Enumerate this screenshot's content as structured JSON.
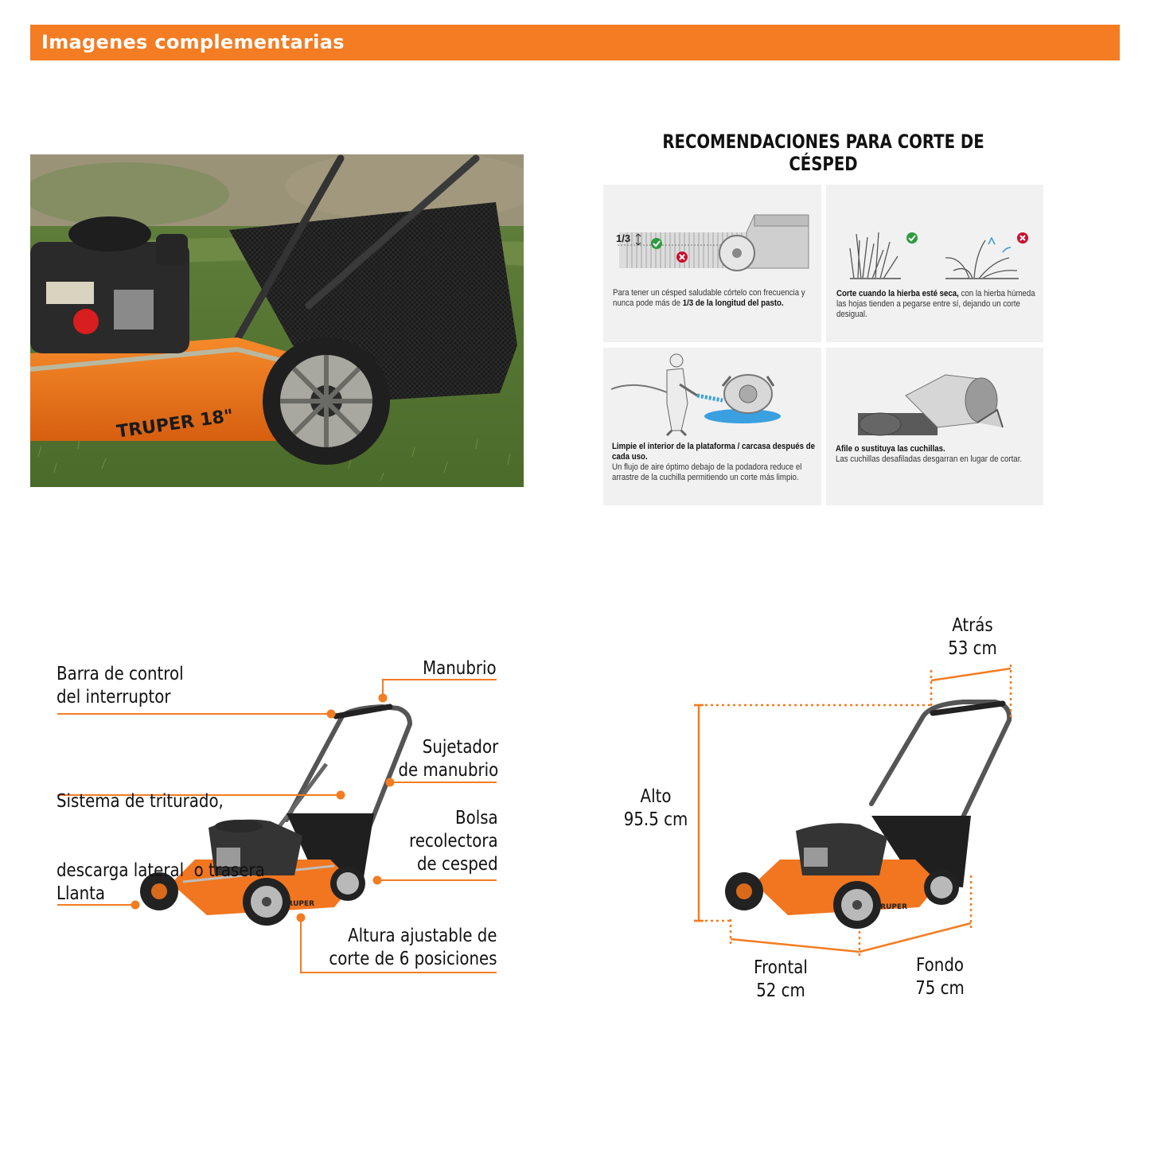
{
  "header": {
    "title": "Imagenes complementarias"
  },
  "photo": {
    "brand_text": "TRUPER 18\""
  },
  "recommendations": {
    "title": "RECOMENDACIONES PARA CORTE DE CÉSPED",
    "card1": {
      "fraction": "1/3",
      "text_a": "Para tener un césped saludable córtelo con frecuencia y nunca pode más de ",
      "text_bold": "1/3 de la longitud del pasto."
    },
    "card2": {
      "text_bold": "Corte cuando la hierba esté seca,",
      "text_a": " con la hierba húmeda las hojas tienden a pegarse entre sí, dejando un corte desigual."
    },
    "card3": {
      "text_bold": "Limpie el interior de la plataforma / carcasa después de cada uso.",
      "text_a": "Un flujo de aire óptimo debajo de la podadora reduce el arrastre de la cuchilla permitiendo un corte más limpio."
    },
    "card4": {
      "text_bold": "Afile o sustituya las cuchillas.",
      "text_a": "Las cuchillas desafiladas desgarran en lugar de cortar."
    }
  },
  "parts": {
    "barra_line1": "Barra de control",
    "barra_line2": "del interruptor",
    "sistema_line1": "Sistema de triturado,",
    "sistema_line2": "descarga lateral  o trasera",
    "llanta": "Llanta",
    "manubrio": "Manubrio",
    "sujetador_line1": "Sujetador",
    "sujetador_line2": "de manubrio",
    "bolsa_line1": "Bolsa",
    "bolsa_line2": "recolectora",
    "bolsa_line3": "de cesped",
    "altura_line1": "Altura ajustable de",
    "altura_line2": "corte de 6 posiciones",
    "brand": "TRUPER"
  },
  "dimensions": {
    "atras_label": "Atrás",
    "atras_value": "53 cm",
    "alto_label": "Alto",
    "alto_value": "95.5 cm",
    "frontal_label": "Frontal",
    "frontal_value": "52 cm",
    "fondo_label": "Fondo",
    "fondo_value": "75 cm"
  },
  "colors": {
    "accent": "#f47c22",
    "check": "#2e9b3e",
    "cross": "#c8102e"
  }
}
